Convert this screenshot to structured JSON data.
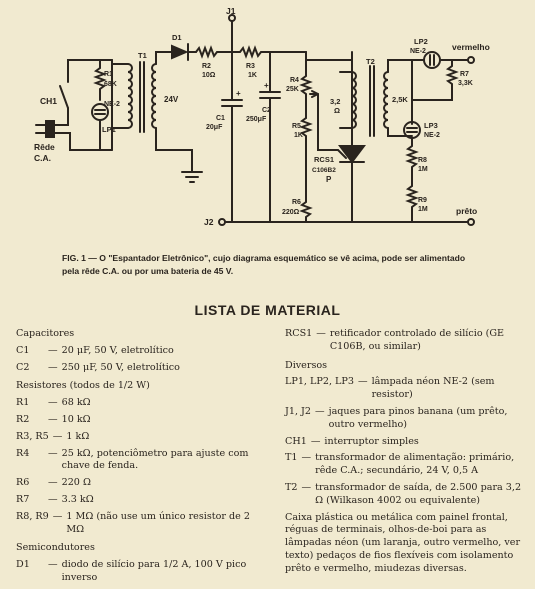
{
  "schematic": {
    "labels": {
      "j1": "J1",
      "j2": "J2",
      "ch1": "CH1",
      "rede": "Rêde",
      "ca": "C.A.",
      "r1": "R1",
      "r1_val": "68K",
      "ne2_lp1": "NE-2",
      "lp1": "LP1",
      "t1": "T1",
      "v24": "24V",
      "d1": "D1",
      "r2": "R2",
      "r2_val": "10Ω",
      "r3": "R3",
      "r3_val": "1K",
      "c1": "C1",
      "c1_val": "20μF",
      "c2": "C2",
      "c2_val": "250μF",
      "r4": "R4",
      "r4_val": "25K",
      "r5": "R5",
      "r5_val": "1K",
      "p": "P",
      "rcs1": "RCS1",
      "rcs1_part": "C106B2",
      "r6": "R6",
      "r6_val": "220Ω",
      "t2": "T2",
      "t2_primary": "3,2",
      "t2_ohm": "Ω",
      "t2_secondary": "2,5K",
      "lp2": "LP2",
      "lp2_ne": "NE-2",
      "vermelho": "vermelho",
      "r7": "R7",
      "r7_val": "3,3K",
      "lp3": "LP3",
      "lp3_ne": "NE-2",
      "r8": "R8",
      "r8_val": "1M",
      "r9": "R9",
      "r9_val": "1M",
      "preto": "prêto",
      "plus": "+"
    }
  },
  "caption": "FIG. 1 — O \"Espantador Eletrônico\", cujo diagrama esquemático se vê acima, pode ser alimentado pela rêde C.A. ou por uma bateria de 45 V.",
  "heading": "LISTA DE MATERIAL",
  "left_column": {
    "capacitors": {
      "title": "Capacitores",
      "items": [
        {
          "ref": "C1",
          "desc": "20 μF, 50 V, eletrolítico"
        },
        {
          "ref": "C2",
          "desc": "250 μF, 50 V, eletrolítico"
        }
      ]
    },
    "resistors": {
      "title": "Resistores (todos de 1/2 W)",
      "items": [
        {
          "ref": "R1",
          "desc": "68 kΩ"
        },
        {
          "ref": "R2",
          "desc": "10 kΩ"
        },
        {
          "ref": "R3, R5",
          "desc": "1 kΩ"
        },
        {
          "ref": "R4",
          "desc": "25 kΩ, potenciômetro para ajuste com chave de fenda."
        },
        {
          "ref": "R6",
          "desc": "220 Ω"
        },
        {
          "ref": "R7",
          "desc": "3.3 kΩ"
        },
        {
          "ref": "R8, R9",
          "desc": "1 MΩ (não use um único resistor de 2 MΩ"
        }
      ]
    },
    "semiconductors": {
      "title": "Semicondutores",
      "items": [
        {
          "ref": "D1",
          "desc": "diodo de silício para 1/2 A, 100 V pico inverso"
        }
      ]
    }
  },
  "right_column": {
    "top_items": [
      {
        "ref": "RCS1",
        "desc": "retificador controlado de silício (GE C106B, ou similar)"
      }
    ],
    "diversos": {
      "title": "Diversos",
      "items": [
        {
          "ref": "LP1, LP2, LP3",
          "desc": "lâmpada néon NE-2 (sem resistor)"
        },
        {
          "ref": "J1, J2",
          "desc": "jaques para pinos banana (um prêto, outro vermelho)"
        },
        {
          "ref": "CH1",
          "desc": "interruptor simples"
        },
        {
          "ref": "T1",
          "desc": "transformador de alimentação: primário, rêde C.A.; secundário, 24 V, 0,5 A"
        },
        {
          "ref": "T2",
          "desc": "transformador de saída, de 2.500 para 3,2 Ω (Wilkason 4002 ou equivalente)"
        }
      ]
    },
    "closing": "Caixa plástica ou metálica com painel frontal, réguas de terminais, olhos-de-boi para as lâmpadas néon (um laranja, outro vermelho, ver texto) pedaços de fios flexíveis com isolamento prêto e vermelho, miudezas diversas."
  },
  "dash": "—"
}
